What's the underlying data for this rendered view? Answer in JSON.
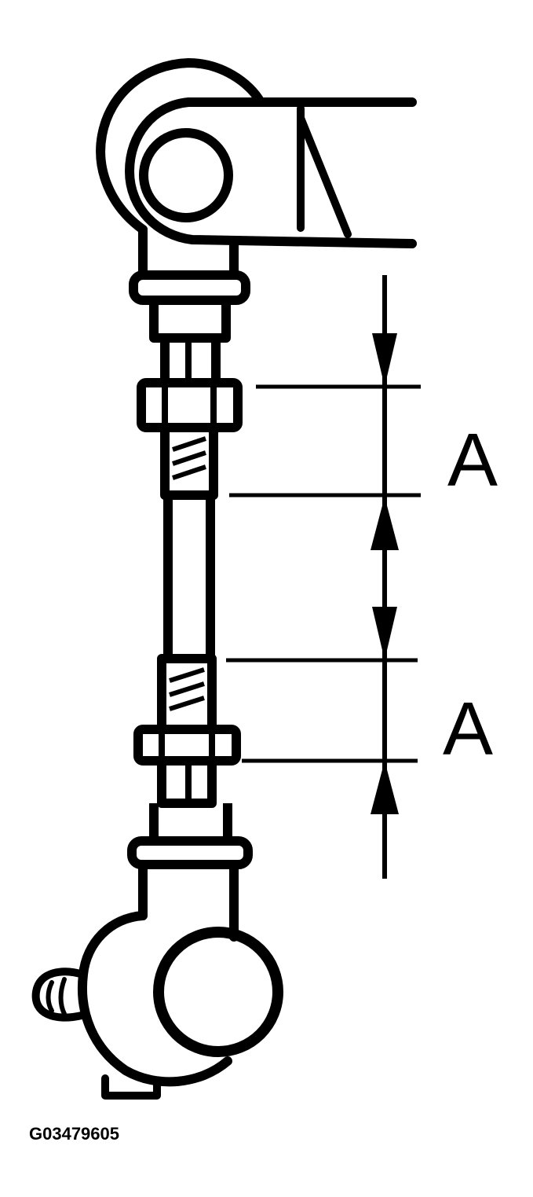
{
  "diagram": {
    "dimension_label_upper": "A",
    "dimension_label_lower": "A",
    "figure_id": "G03479605",
    "ink_color": "#000000",
    "paper_color": "#ffffff"
  }
}
